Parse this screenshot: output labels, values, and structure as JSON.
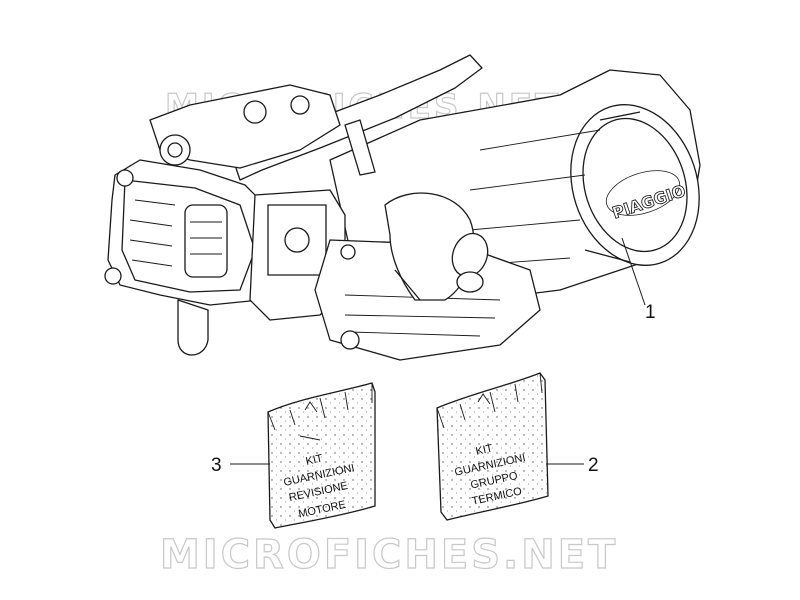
{
  "watermark": {
    "text": "MICROFICHES.NET"
  },
  "engine": {
    "brand": "PIAGGIO"
  },
  "callouts": [
    {
      "number": "1"
    },
    {
      "number": "2"
    },
    {
      "number": "3"
    }
  ],
  "kit_motore": {
    "lines": [
      "KIT",
      "GUARNIZIONI",
      "REVISIONE",
      "MOTORE"
    ]
  },
  "kit_termico": {
    "lines": [
      "KIT",
      "GUARNIZIONI",
      "GRUPPO",
      "TERMICO"
    ]
  }
}
